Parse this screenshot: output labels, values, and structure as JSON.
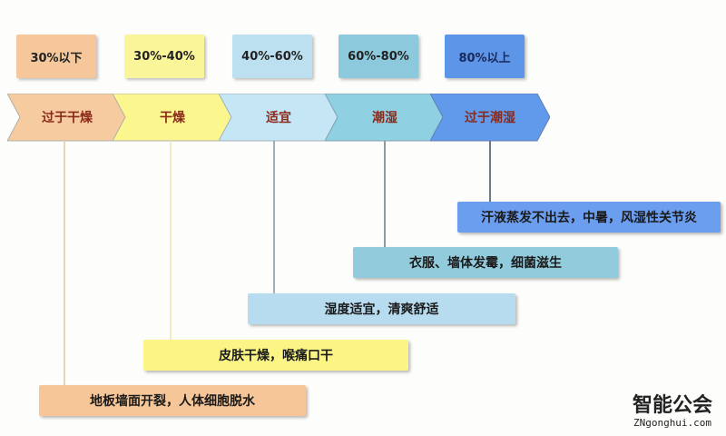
{
  "ranges": [
    {
      "label": "30%以下",
      "color": "#f6c79a"
    },
    {
      "label": "30%-40%",
      "color": "#fbf59a"
    },
    {
      "label": "40%-60%",
      "color": "#bde0f0"
    },
    {
      "label": "60%-80%",
      "color": "#8cc9dc"
    },
    {
      "label": "80%以上",
      "color": "#5d95e8"
    }
  ],
  "levels": [
    {
      "label": "过于干燥",
      "color": "#f6cb9f"
    },
    {
      "label": "干燥",
      "color": "#fbf68e"
    },
    {
      "label": "适宜",
      "color": "#c5e6f5"
    },
    {
      "label": "潮湿",
      "color": "#8fd0e3"
    },
    {
      "label": "过于潮湿",
      "color": "#6199eb"
    }
  ],
  "effects": [
    {
      "label": "汗液蒸发不出去，中暑，风湿性关节炎",
      "color": "#6c9ef0"
    },
    {
      "label": "衣服、墙体发霉，细菌滋生",
      "color": "#92cbdc"
    },
    {
      "label": "湿度适宜，清爽舒适",
      "color": "#b8dcef"
    },
    {
      "label": "皮肤干燥，喉痛口干",
      "color": "#fbf585"
    },
    {
      "label": "地板墙面开裂，人体细胞脱水",
      "color": "#f6c699"
    }
  ],
  "watermark": {
    "brand": "智能公会",
    "site": "ZNgonghui.com"
  }
}
